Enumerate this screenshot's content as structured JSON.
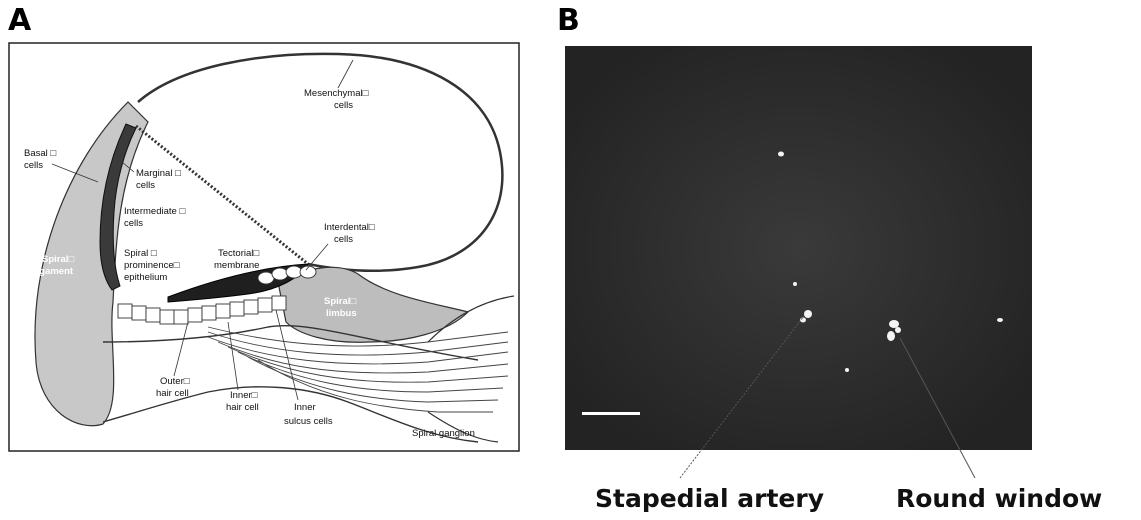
{
  "panel_a": {
    "letter": "A",
    "labels": {
      "mesenchymal": [
        "Mesenchymal□",
        "cells"
      ],
      "basal": [
        "Basal □",
        "cells"
      ],
      "marginal": [
        "Marginal □",
        "cells"
      ],
      "intermediate": [
        "Intermediate □",
        "cells"
      ],
      "interdental": [
        "Interdental□",
        "cells"
      ],
      "tectorial": [
        "Tectorial□",
        "membrane"
      ],
      "spiral_ligament": [
        "Spiral□",
        "ligament"
      ],
      "spiral_prominence": [
        "Spiral □",
        "prominence□",
        "epithelium"
      ],
      "spiral_limbus": [
        "Spiral□",
        "limbus"
      ],
      "outer_hair": [
        "Outer□",
        "hair cell"
      ],
      "inner_hair": [
        "Inner□",
        "hair cell"
      ],
      "inner_sulcus": [
        "Inner",
        "sulcus cells"
      ],
      "spiral_ganglion": [
        "Spiral ganglion"
      ]
    }
  },
  "panel_b": {
    "letter": "B",
    "callouts": {
      "stapedial_artery": "Stapedial artery",
      "round_window": "Round window"
    }
  }
}
